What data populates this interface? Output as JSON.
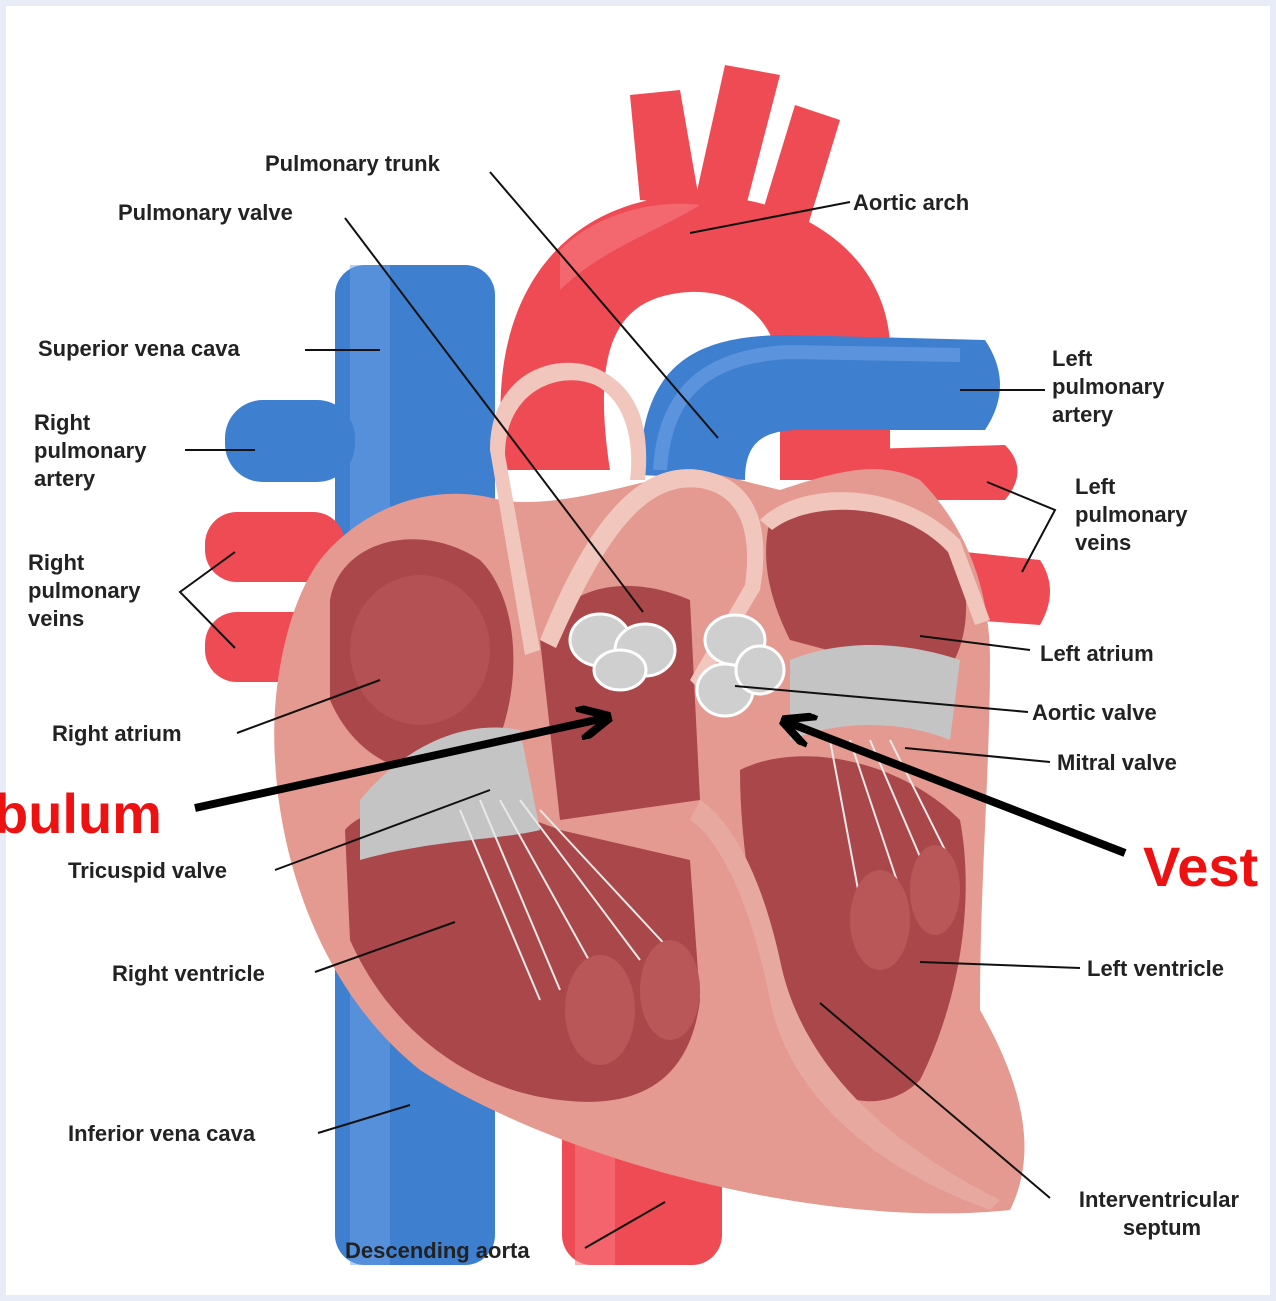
{
  "colors": {
    "background": "#ffffff",
    "frame": "#e8ecf6",
    "artery_red": "#ef4b55",
    "vein_blue": "#3f7fd0",
    "myocardium": "#e49a90",
    "chamber": "#a9474a",
    "valve_gray": "#c9c9c9",
    "callout_red": "#ee1111",
    "label_text": "#222222"
  },
  "labels": {
    "pulmonary_trunk": "Pulmonary trunk",
    "pulmonary_valve": "Pulmonary valve",
    "aortic_arch": "Aortic arch",
    "superior_vena_cava": "Superior vena cava",
    "right_pulmonary_artery": [
      "Right",
      "pulmonary",
      "artery"
    ],
    "left_pulmonary_artery": [
      "Left",
      "pulmonary",
      "artery"
    ],
    "left_pulmonary_veins": [
      "Left",
      "pulmonary",
      "veins"
    ],
    "right_pulmonary_veins": [
      "Right",
      "pulmonary",
      "veins"
    ],
    "left_atrium": "Left atrium",
    "aortic_valve": "Aortic valve",
    "mitral_valve": "Mitral valve",
    "right_atrium": "Right atrium",
    "tricuspid_valve": "Tricuspid valve",
    "right_ventricle": "Right ventricle",
    "left_ventricle": "Left ventricle",
    "inferior_vena_cava": "Inferior vena cava",
    "descending_aorta": "Descending aorta",
    "interventricular_septum": [
      "Interventricular",
      "septum"
    ]
  },
  "callouts": {
    "left": "bulum",
    "right": "Vest"
  }
}
